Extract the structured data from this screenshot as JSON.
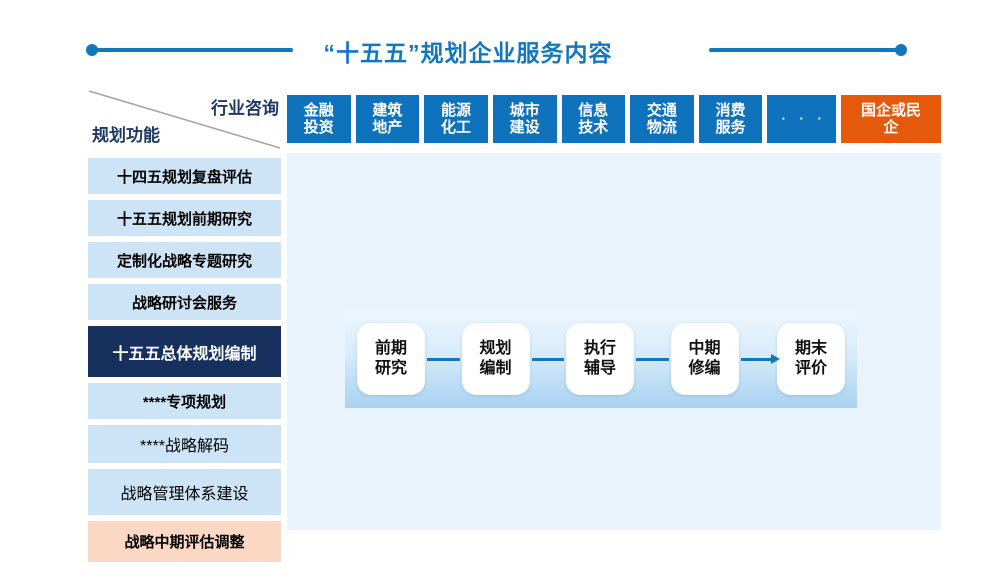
{
  "slide": {
    "title": "“十五五”规划企业服务内容"
  },
  "matrix": {
    "corner": {
      "top_label": "行业咨询",
      "bottom_label": "规划功能"
    },
    "industry_columns": [
      "金融\n投资",
      "建筑\n地产",
      "能源\n化工",
      "城市\n建设",
      "信息\n技术",
      "交通\n物流",
      "消费\n服务",
      "· · ·"
    ],
    "highlight_column": "国企或民\n企",
    "function_rows": [
      {
        "label": "十四五规划复盘评估",
        "variant": "light"
      },
      {
        "label": "十五五规划前期研究",
        "variant": "light"
      },
      {
        "label": "定制化战略专题研究",
        "variant": "light"
      },
      {
        "label": "战略研讨会服务",
        "variant": "light"
      },
      {
        "label": "十五五总体规划编制",
        "variant": "dark-selected"
      },
      {
        "label": "****专项规划",
        "variant": "light"
      },
      {
        "label": "****战略解码",
        "variant": "light-regular"
      },
      {
        "label": "战略管理体系建设",
        "variant": "light-regular"
      },
      {
        "label": "战略中期评估调整",
        "variant": "peach"
      }
    ]
  },
  "flow": {
    "steps": [
      "前期\n研究",
      "规划\n编制",
      "执行\n辅导",
      "中期\n修编",
      "期末\n评价"
    ]
  },
  "colors": {
    "title_blue": "#1377BE",
    "header_blue": "#0F72BC",
    "highlight_orange": "#E5590B",
    "selected_navy": "#17305E",
    "row_light_blue": "#CDE4F6",
    "content_bg": "#E9F3FB",
    "row_peach": "#FAD8C3",
    "connector_blue": "#1377BE",
    "diagonal_gray": "#A6A6A6"
  }
}
